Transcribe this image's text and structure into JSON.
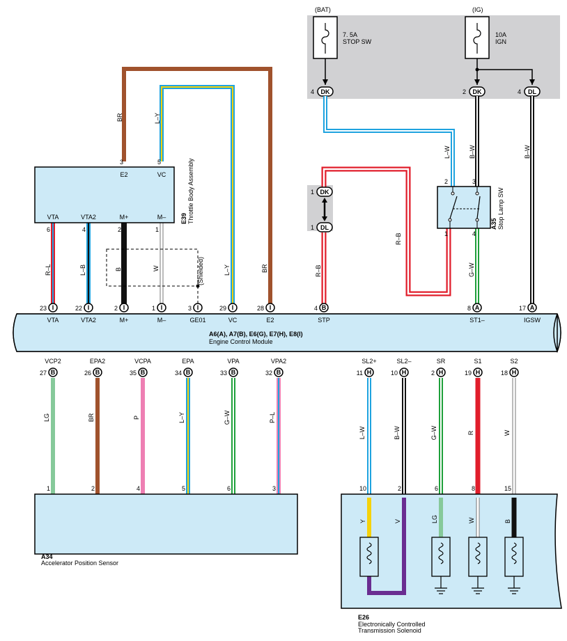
{
  "fuses": {
    "bat": {
      "source": "(BAT)",
      "line1": "7. 5A",
      "line2": "STOP SW"
    },
    "ig": {
      "source": "(IG)",
      "line1": "10A",
      "line2": "IGN"
    }
  },
  "connectors": {
    "DK": "DK",
    "DL": "DL",
    "I": "I",
    "B": "B",
    "A": "A",
    "H": "H"
  },
  "ecm": {
    "code": "A6(A), A7(B), E6(G), E7(H), E8(I)",
    "name": "Engine Control Module"
  },
  "throttle": {
    "code": "E39",
    "name": "Throttle Body Assembly",
    "shielded": "(Shielded)"
  },
  "stop_lamp": {
    "code": "A35",
    "name": "Stop Lamp SW"
  },
  "aps": {
    "code": "A34",
    "name": "Accelerator Position Sensor"
  },
  "solenoid": {
    "code": "E26",
    "name1": "Electronically Controlled",
    "name2": "Transmission Solenoid"
  },
  "upper_wires": [
    {
      "pin": "6",
      "ecm_pin": "23",
      "conn": "I",
      "color": "R–L",
      "label": "VTA",
      "ecm_label": "VTA"
    },
    {
      "pin": "4",
      "ecm_pin": "22",
      "conn": "I",
      "color": "L–B",
      "label": "VTA2",
      "ecm_label": "VTA2"
    },
    {
      "pin": "2",
      "ecm_pin": "2",
      "conn": "I",
      "color": "B",
      "label": "M+",
      "ecm_label": "M+"
    },
    {
      "pin": "1",
      "ecm_pin": "1",
      "conn": "I",
      "color": "W",
      "label": "M–",
      "ecm_label": "M–"
    },
    {
      "pin": "",
      "ecm_pin": "3",
      "conn": "I",
      "color": "",
      "label": "",
      "ecm_label": "GE01"
    },
    {
      "pin": "5",
      "ecm_pin": "29",
      "conn": "I",
      "color": "L–Y",
      "label": "VC",
      "ecm_label": "VC"
    },
    {
      "pin": "3",
      "ecm_pin": "28",
      "conn": "I",
      "color": "BR",
      "label": "E2",
      "ecm_label": "E2"
    },
    {
      "pin": "",
      "ecm_pin": "4",
      "conn": "B",
      "color": "R–B",
      "label": "",
      "ecm_label": "STP"
    },
    {
      "pin": "4",
      "ecm_pin": "8",
      "conn": "A",
      "color": "G–W",
      "label": "",
      "ecm_label": "ST1–"
    },
    {
      "pin": "",
      "ecm_pin": "17",
      "conn": "A",
      "color": "B–W",
      "label": "",
      "ecm_label": "IGSW"
    }
  ],
  "aps_wires": [
    {
      "ecm_pin": "27",
      "conn": "B",
      "ecm_label": "VCP2",
      "color": "LG",
      "pin": "1",
      "label": "VCP2"
    },
    {
      "ecm_pin": "26",
      "conn": "B",
      "ecm_label": "EPA2",
      "color": "BR",
      "pin": "2",
      "label": "EPA2"
    },
    {
      "ecm_pin": "35",
      "conn": "B",
      "ecm_label": "VCPA",
      "color": "P",
      "pin": "4",
      "label": "VCPA"
    },
    {
      "ecm_pin": "34",
      "conn": "B",
      "ecm_label": "EPA",
      "color": "L–Y",
      "pin": "5",
      "label": "EPA"
    },
    {
      "ecm_pin": "33",
      "conn": "B",
      "ecm_label": "VPA",
      "color": "G–W",
      "pin": "6",
      "label": "VPA"
    },
    {
      "ecm_pin": "32",
      "conn": "B",
      "ecm_label": "VPA2",
      "color": "P–L",
      "pin": "3",
      "label": "VPA2"
    }
  ],
  "sol_wires": [
    {
      "ecm_pin": "11",
      "conn": "H",
      "ecm_label": "SL2+",
      "color": "L–W",
      "pin": "10",
      "label": "SL2+",
      "inner_color": "Y"
    },
    {
      "ecm_pin": "10",
      "conn": "H",
      "ecm_label": "SL2–",
      "color": "B–W",
      "pin": "2",
      "label": "SL2–",
      "inner_color": "V"
    },
    {
      "ecm_pin": "2",
      "conn": "H",
      "ecm_label": "SR",
      "color": "G–W",
      "pin": "6",
      "label": "SR",
      "inner_color": "LG"
    },
    {
      "ecm_pin": "19",
      "conn": "H",
      "ecm_label": "S1",
      "color": "R",
      "pin": "8",
      "label": "S1",
      "inner_color": "W"
    },
    {
      "ecm_pin": "18",
      "conn": "H",
      "ecm_label": "S2",
      "color": "W",
      "pin": "15",
      "label": "S2",
      "inner_color": "B"
    }
  ],
  "misc": {
    "e2_pin": "3",
    "e2_label": "E2",
    "vc_pin": "5",
    "vc_label": "VC",
    "br": "BR",
    "ly": "L–Y",
    "dk_pin": "4",
    "ig_dk_pin": "2",
    "ig_dl_pin": "4",
    "lw": "L–W",
    "bw": "B–W",
    "bw2": "B–W",
    "rb": "R–B",
    "sw_pin2": "2",
    "sw_pin3": "3",
    "sw_pin1": "1",
    "sw_pin4": "4",
    "jdk_pin": "1",
    "jdl_pin": "1"
  },
  "colors": {
    "panel": "#cdeaf7",
    "gray": "#d1d1d3",
    "brown": "#a0522d",
    "blue": "#1fa3df",
    "yellow": "#f5d20b",
    "red": "#e11e2b",
    "green": "#1ea03a",
    "pink": "#ee7fb3",
    "lightgreen": "#86c99a",
    "purple": "#6a2d91",
    "black": "#111111"
  }
}
